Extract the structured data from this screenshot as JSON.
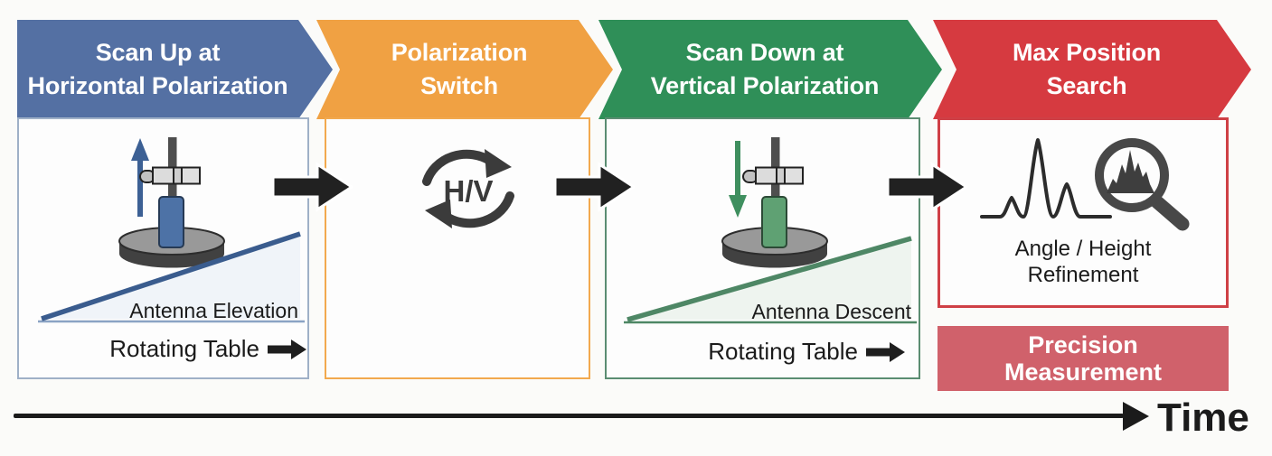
{
  "figure": {
    "stages": [
      {
        "id": "scan-up-horizontal-polarization",
        "title_line1": "Scan Up at",
        "title_line2": "Horizontal Polarization",
        "header_color": "#5470a3",
        "border_color": "#9fb0c7",
        "accent_color": "#3a5c8e",
        "antenna_motion": "up",
        "ramp_label": "Antenna Elevation",
        "table_label": "Rotating Table"
      },
      {
        "id": "polarization-switch",
        "title_line1": "Polarization",
        "title_line2": "Switch",
        "header_color": "#f0a143",
        "border_color": "#f2a94e",
        "cycle_label": "H/V"
      },
      {
        "id": "scan-down-vertical-polarization",
        "title_line1": "Scan Down at",
        "title_line2": "Vertical Polarization",
        "header_color": "#2f8f58",
        "border_color": "#5b8d72",
        "accent_color": "#4e8765",
        "antenna_motion": "down",
        "ramp_label": "Antenna Descent",
        "table_label": "Rotating Table"
      },
      {
        "id": "max-position-search",
        "title_line1": "Max Position",
        "title_line2": "Search",
        "header_color": "#d63a40",
        "border_color": "#cf4046",
        "caption_line1": "Angle / Height",
        "caption_line2": "Refinement",
        "footer_line1": "Precision",
        "footer_line2": "Measurement",
        "footer_color": "#d0616b"
      }
    ],
    "timeline_label": "Time"
  }
}
